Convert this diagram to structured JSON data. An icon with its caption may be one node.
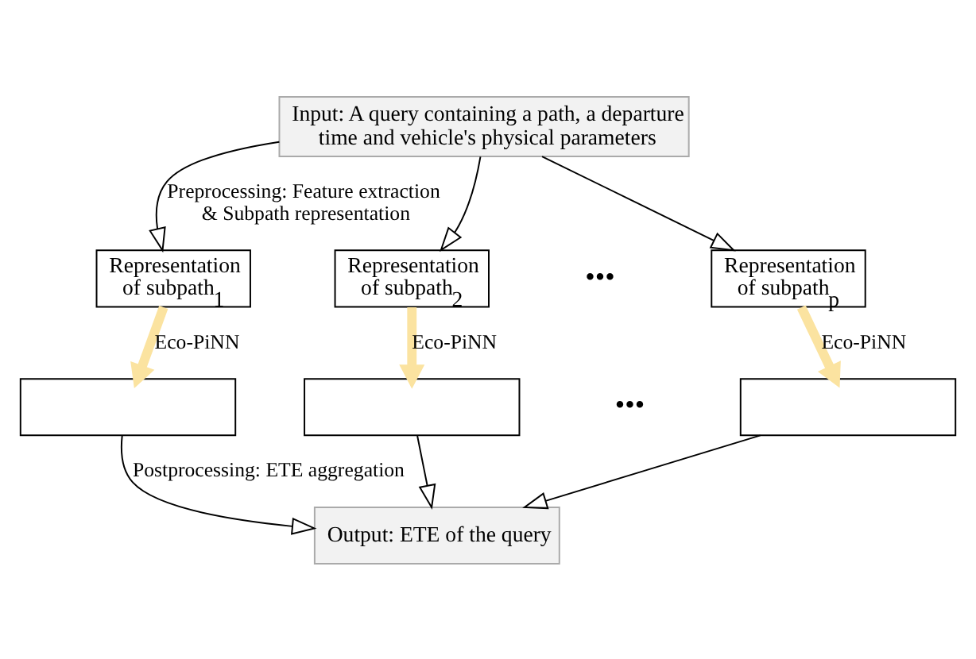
{
  "diagram": {
    "nodes": [
      {
        "text": [
          "Input: A query containing a path, a departure time and vehicle's physical parameters"
        ]
      },
      {
        "text": [
          "Representation of subpath$_{1}$"
        ]
      },
      {
        "text": [
          "Representation of subpath$_{2}$"
        ]
      },
      {
        "text": [
          "Representation of subpath$_{p}$"
        ]
      },
      {
        "text": [],
        "shape": "box"
      },
      {
        "text": [],
        "shape": "box"
      },
      {
        "text": [],
        "shape": "box"
      },
      {
        "text": [
          "Output: ETE of the query"
        ]
      }
    ],
    "edges": [
      {
        "from": 0,
        "to": 1,
        "arrow": "to",
        "label": "Preprocessing: Feature extraction & Subpath representation"
      },
      {
        "from": 0,
        "to": 2,
        "arrow": "to"
      },
      {
        "from": 0,
        "to": 3,
        "arrow": "to"
      },
      {
        "from": 1,
        "to": 4,
        "arrow": "to",
        "label": "Eco-PiNN",
        "style": "thick",
        "color": "#fbe3a0"
      },
      {
        "from": 2,
        "to": 5,
        "arrow": "to",
        "label": "Eco-PiNN",
        "style": "thick",
        "color": "#fbe3a0"
      },
      {
        "from": 3,
        "to": 6,
        "arrow": "to",
        "label": "Eco-PiNN",
        "style": "thick",
        "color": "#fbe3a0"
      },
      {
        "from": 4,
        "to": 7,
        "arrow": "to",
        "label": "Postprocessing: ETE aggregation"
      },
      {
        "from": 5,
        "to": 7,
        "arrow": "to"
      },
      {
        "from": 6,
        "to": 7,
        "arrow": "to"
      }
    ],
    "labels": [
      "•••",
      "•••"
    ]
  }
}
